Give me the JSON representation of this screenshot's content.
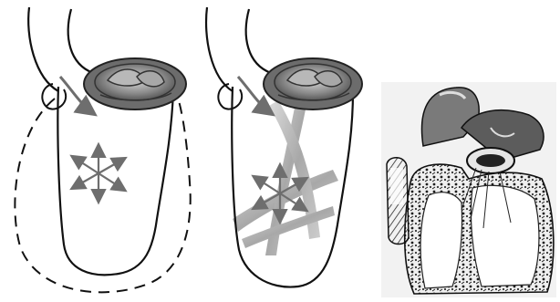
{
  "figure": {
    "panels": [
      {
        "id": "normal-ventricle",
        "icons": [
          "aortic-valve",
          "inflow-arrow",
          "contraction-arrows",
          "dilated-outline"
        ]
      },
      {
        "id": "ventricle-with-bands",
        "icons": [
          "aortic-valve",
          "inflow-arrow",
          "contraction-arrows",
          "muscle-bands"
        ]
      },
      {
        "id": "heart-cross-section",
        "icons": [
          "heart-illustration"
        ]
      }
    ],
    "colors": {
      "line": "#111111",
      "arrow": "#6e6e6e",
      "band": "#9a9a9a",
      "valve": "#8c8c8c",
      "engraving": "#2a2a2a"
    }
  }
}
